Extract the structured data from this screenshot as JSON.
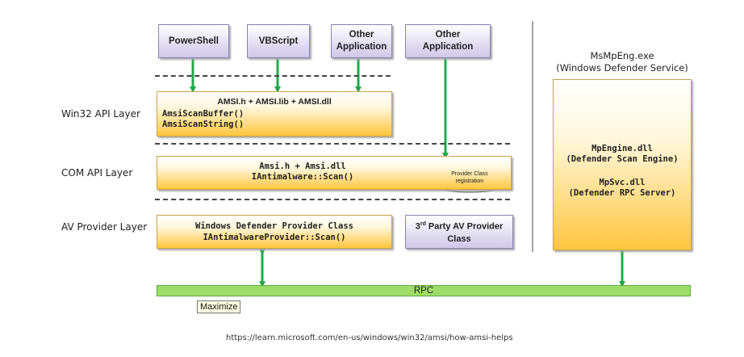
{
  "apps": {
    "powershell": "PowerShell",
    "vbscript": "VBScript",
    "other1_line1": "Other",
    "other1_line2": "Application",
    "other2_line1": "Other",
    "other2_line2": "Application"
  },
  "layers": {
    "win32": "Win32 API Layer",
    "com": "COM API Layer",
    "av": "AV Provider Layer"
  },
  "win32_box": {
    "title": "AMSI.h + AMSI.lib + AMSI.dll",
    "line1": "AmsiScanBuffer()",
    "line2": "AmsiScanString()"
  },
  "com_box": {
    "line1": "Amsi.h + Amsi.dll",
    "line2": "IAntimalware::Scan()",
    "registration_line1": "Provider Class",
    "registration_line2": "registration"
  },
  "av_box": {
    "line1": "Windows Defender Provider Class",
    "line2": "IAntimalwareProvider::Scan()"
  },
  "third_party": {
    "prefix": "3",
    "sup": "rd",
    "line1": " Party AV Provider",
    "line2": "Class"
  },
  "defender": {
    "exe": "MsMpEng.exe",
    "service": "(Windows Defender Service)",
    "engine_dll": "MpEngine.dll",
    "engine_desc": "(Defender Scan Engine)",
    "svc_dll": "MpSvc.dll",
    "svc_desc": "(Defender RPC Server)"
  },
  "rpc": "RPC",
  "tooltip": "Maximize",
  "source_url": "https://learn.microsoft.com/en-us/windows/win32/amsi/how-amsi-helps",
  "colors": {
    "arrow": "#22a84a",
    "rpc_bar": "#9ddc6a",
    "orange_box": "#ffc63d",
    "app_box": "#d6d0ee"
  }
}
